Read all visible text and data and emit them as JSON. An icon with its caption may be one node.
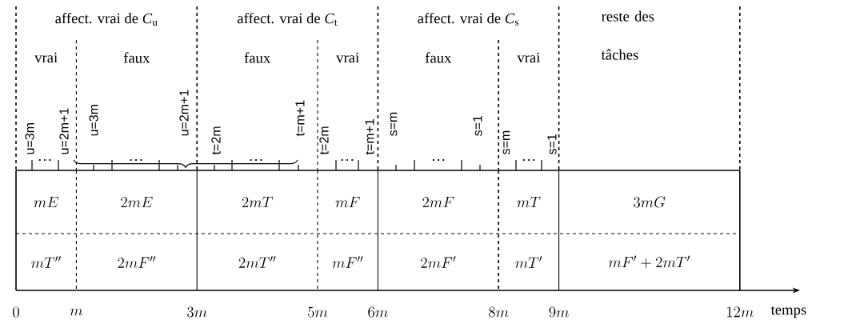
{
  "diagram": {
    "nodes": [
      {
        "text": [
          "m E"
        ]
      },
      {
        "text": [
          "2m E"
        ]
      },
      {
        "text": [
          "2m T"
        ]
      },
      {
        "text": [
          "m F"
        ]
      },
      {
        "text": [
          "2m F"
        ]
      },
      {
        "text": [
          "m T"
        ]
      },
      {
        "text": [
          "3m G"
        ]
      },
      {
        "text": [
          "m T''"
        ]
      },
      {
        "text": [
          "2m F''"
        ]
      },
      {
        "text": [
          "2m T''"
        ]
      },
      {
        "text": [
          "m F''"
        ]
      },
      {
        "text": [
          "2m F'"
        ]
      },
      {
        "text": [
          "m T'"
        ]
      },
      {
        "text": [
          "m F' + 2m T'"
        ]
      }
    ],
    "labels": [
      "affect. vrai de *C*$_{u}$",
      "affect. vrai de *C*$_{t}$",
      "affect. vrai de *C*$_{s}$",
      "reste des tâches",
      "vrai",
      "faux",
      "faux",
      "vrai",
      "faux",
      "vrai",
      "…",
      "…",
      "…",
      "…",
      "…",
      "…",
      "u=3m",
      "u=2m+1",
      "u=3m",
      "u=2m+1",
      "t=2m",
      "t=m+1",
      "t=2m",
      "t=m+1",
      "s=m",
      "s=1",
      "s=m",
      "s=1",
      "0",
      "m",
      "3m",
      "5m",
      "6m",
      "8m",
      "9m",
      "12m",
      "temps"
    ]
  }
}
